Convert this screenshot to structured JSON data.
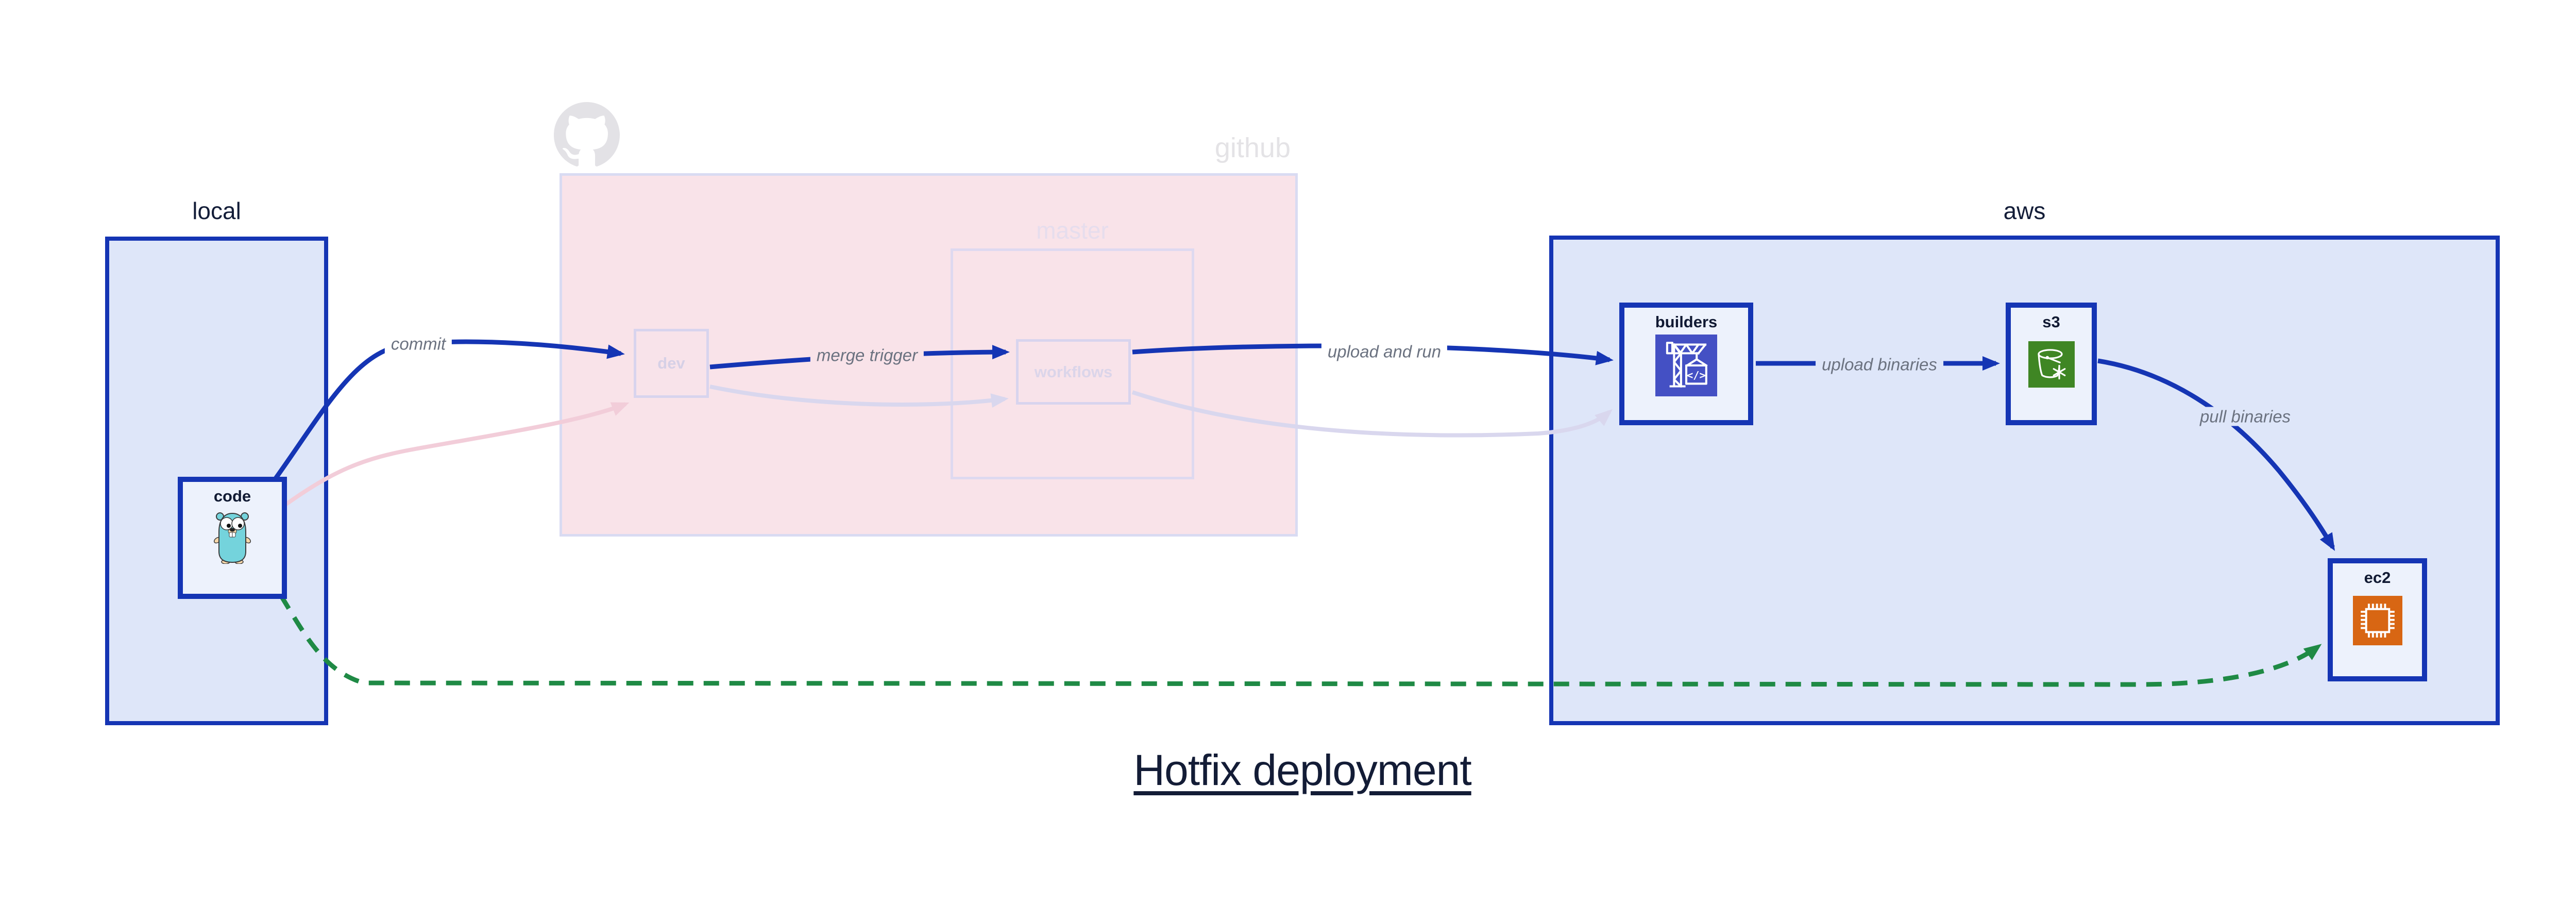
{
  "title": "Hotfix deployment",
  "groups": {
    "local": {
      "label": "local"
    },
    "github": {
      "label": "github"
    },
    "master": {
      "label": "master"
    },
    "aws": {
      "label": "aws"
    }
  },
  "nodes": {
    "code": {
      "label": "code",
      "icon": "go-gopher-icon"
    },
    "dev": {
      "label": "dev",
      "state": "faded"
    },
    "workflows": {
      "label": "workflows",
      "state": "faded"
    },
    "builders": {
      "label": "builders",
      "icon": "codebuild-crane-icon"
    },
    "s3": {
      "label": "s3",
      "icon": "s3-bucket-icon"
    },
    "ec2": {
      "label": "ec2",
      "icon": "ec2-chip-icon"
    }
  },
  "edges": {
    "commit": {
      "label": "commit",
      "from": "code",
      "to": "dev",
      "style": "solid-blue"
    },
    "merge_trigger": {
      "label": "merge trigger",
      "from": "dev",
      "to": "workflows",
      "style": "solid-blue"
    },
    "upload_and_run": {
      "label": "upload and run",
      "from": "workflows",
      "to": "builders",
      "style": "solid-blue"
    },
    "upload_binaries": {
      "label": "upload binaries",
      "from": "builders",
      "to": "s3",
      "style": "solid-blue"
    },
    "pull_binaries": {
      "label": "pull binaries",
      "from": "s3",
      "to": "ec2",
      "style": "solid-blue"
    },
    "hotfix_path": {
      "label": "",
      "from": "code",
      "to": "ec2",
      "style": "dashed-green"
    },
    "faded_code_dev": {
      "label": "",
      "from": "code",
      "to": "dev",
      "style": "faded-pink"
    },
    "faded_dev_workflows": {
      "label": "",
      "from": "dev",
      "to": "workflows",
      "style": "faded-lavender"
    },
    "faded_workflows_builders": {
      "label": "",
      "from": "workflows",
      "to": "builders",
      "style": "faded-lavender"
    }
  },
  "icons": {
    "codebuild_glyph": "</>"
  },
  "colors": {
    "edge_blue": "#1535b4",
    "edge_green_dashed": "#1f8a45",
    "edge_faded_pink": "#f2cdd9",
    "edge_faded_lavender": "#d9d7ee",
    "group_blue_fill": "#dee6f9",
    "group_blue_border": "#1535b4",
    "github_fill": "#f9e3e9",
    "github_border": "#d9dbf2",
    "node_fill": "#edf2fc",
    "faded_node_border": "#d8d4ee",
    "edge_label_gray": "#6b7280",
    "navy_text": "#131c36",
    "codebuild_purple": "#4450c4",
    "s3_green": "#3f8624",
    "ec2_orange": "#d86613",
    "gopher_teal": "#74d3dc",
    "octocat_gray": "#e3e2e6"
  }
}
